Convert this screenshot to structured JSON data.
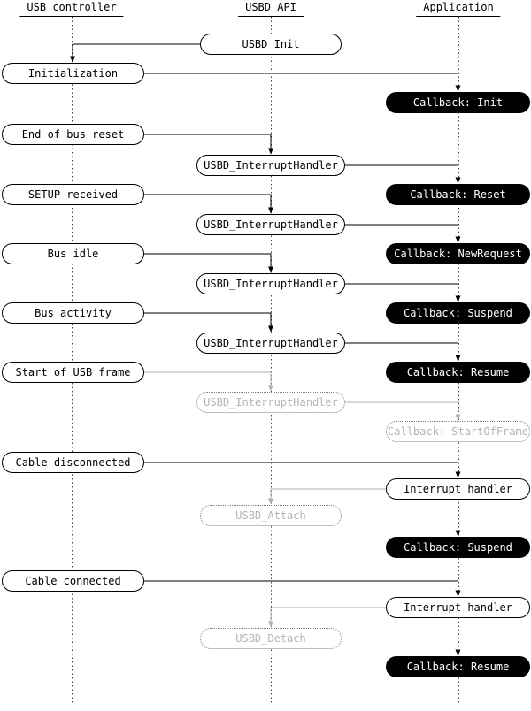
{
  "lanes": [
    {
      "label": "USB controller"
    },
    {
      "label": "USBD API"
    },
    {
      "label": "Application"
    }
  ],
  "nodes": {
    "usbd_init": "USBD_Init",
    "initialization": "Initialization",
    "callback_init": "Callback: Init",
    "end_of_bus_reset": "End of bus reset",
    "interrupt_handler_1": "USBD_InterruptHandler",
    "callback_reset": "Callback: Reset",
    "setup_received": "SETUP received",
    "interrupt_handler_2": "USBD_InterruptHandler",
    "callback_newrequest": "Callback: NewRequest",
    "bus_idle": "Bus idle",
    "interrupt_handler_3": "USBD_InterruptHandler",
    "callback_suspend_1": "Callback: Suspend",
    "bus_activity": "Bus activity",
    "interrupt_handler_4": "USBD_InterruptHandler",
    "callback_resume_1": "Callback: Resume",
    "start_of_usb_frame": "Start of USB frame",
    "interrupt_handler_sof": "USBD_InterruptHandler",
    "callback_startofframe": "Callback: StartOfFrame",
    "cable_disconnected": "Cable disconnected",
    "irq_handler_1": "Interrupt handler",
    "usbd_attach": "USBD_Attach",
    "callback_suspend_2": "Callback: Suspend",
    "cable_connected": "Cable connected",
    "irq_handler_2": "Interrupt handler",
    "usbd_detach": "USBD_Detach",
    "callback_resume_2": "Callback: Resume"
  },
  "colors": {
    "background": "#ffffff",
    "line": "#000000",
    "muted_line": "#b0b0b0",
    "callback_bg": "#000000",
    "callback_text": "#ffffff"
  }
}
